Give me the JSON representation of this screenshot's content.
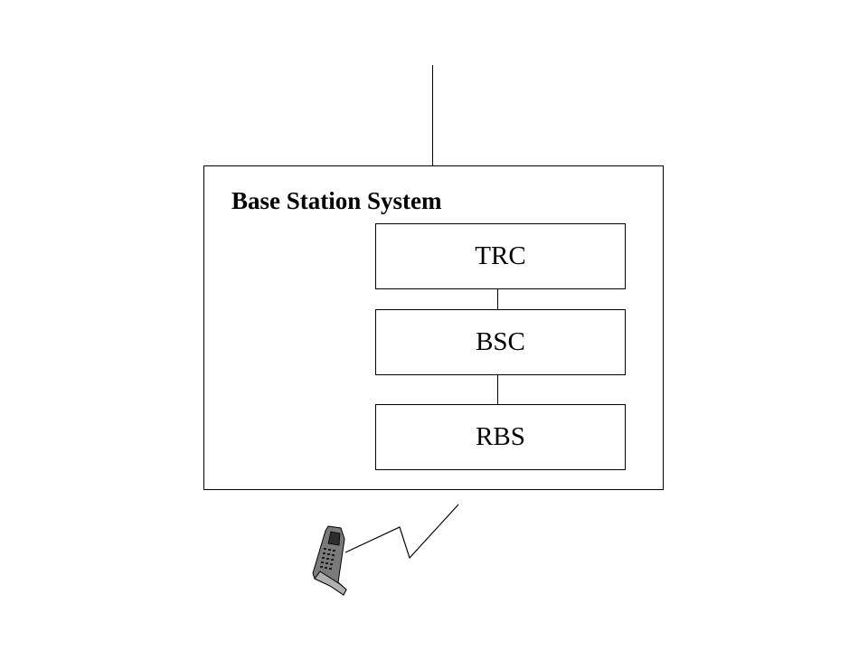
{
  "diagram": {
    "system_label": "Base Station System",
    "nodes": [
      {
        "id": "trc",
        "label": "TRC"
      },
      {
        "id": "bsc",
        "label": "BSC"
      },
      {
        "id": "rbs",
        "label": "RBS"
      }
    ],
    "icons": {
      "mobile": "mobile-phone-icon",
      "radio_link": "lightning-radio-link-icon"
    }
  }
}
